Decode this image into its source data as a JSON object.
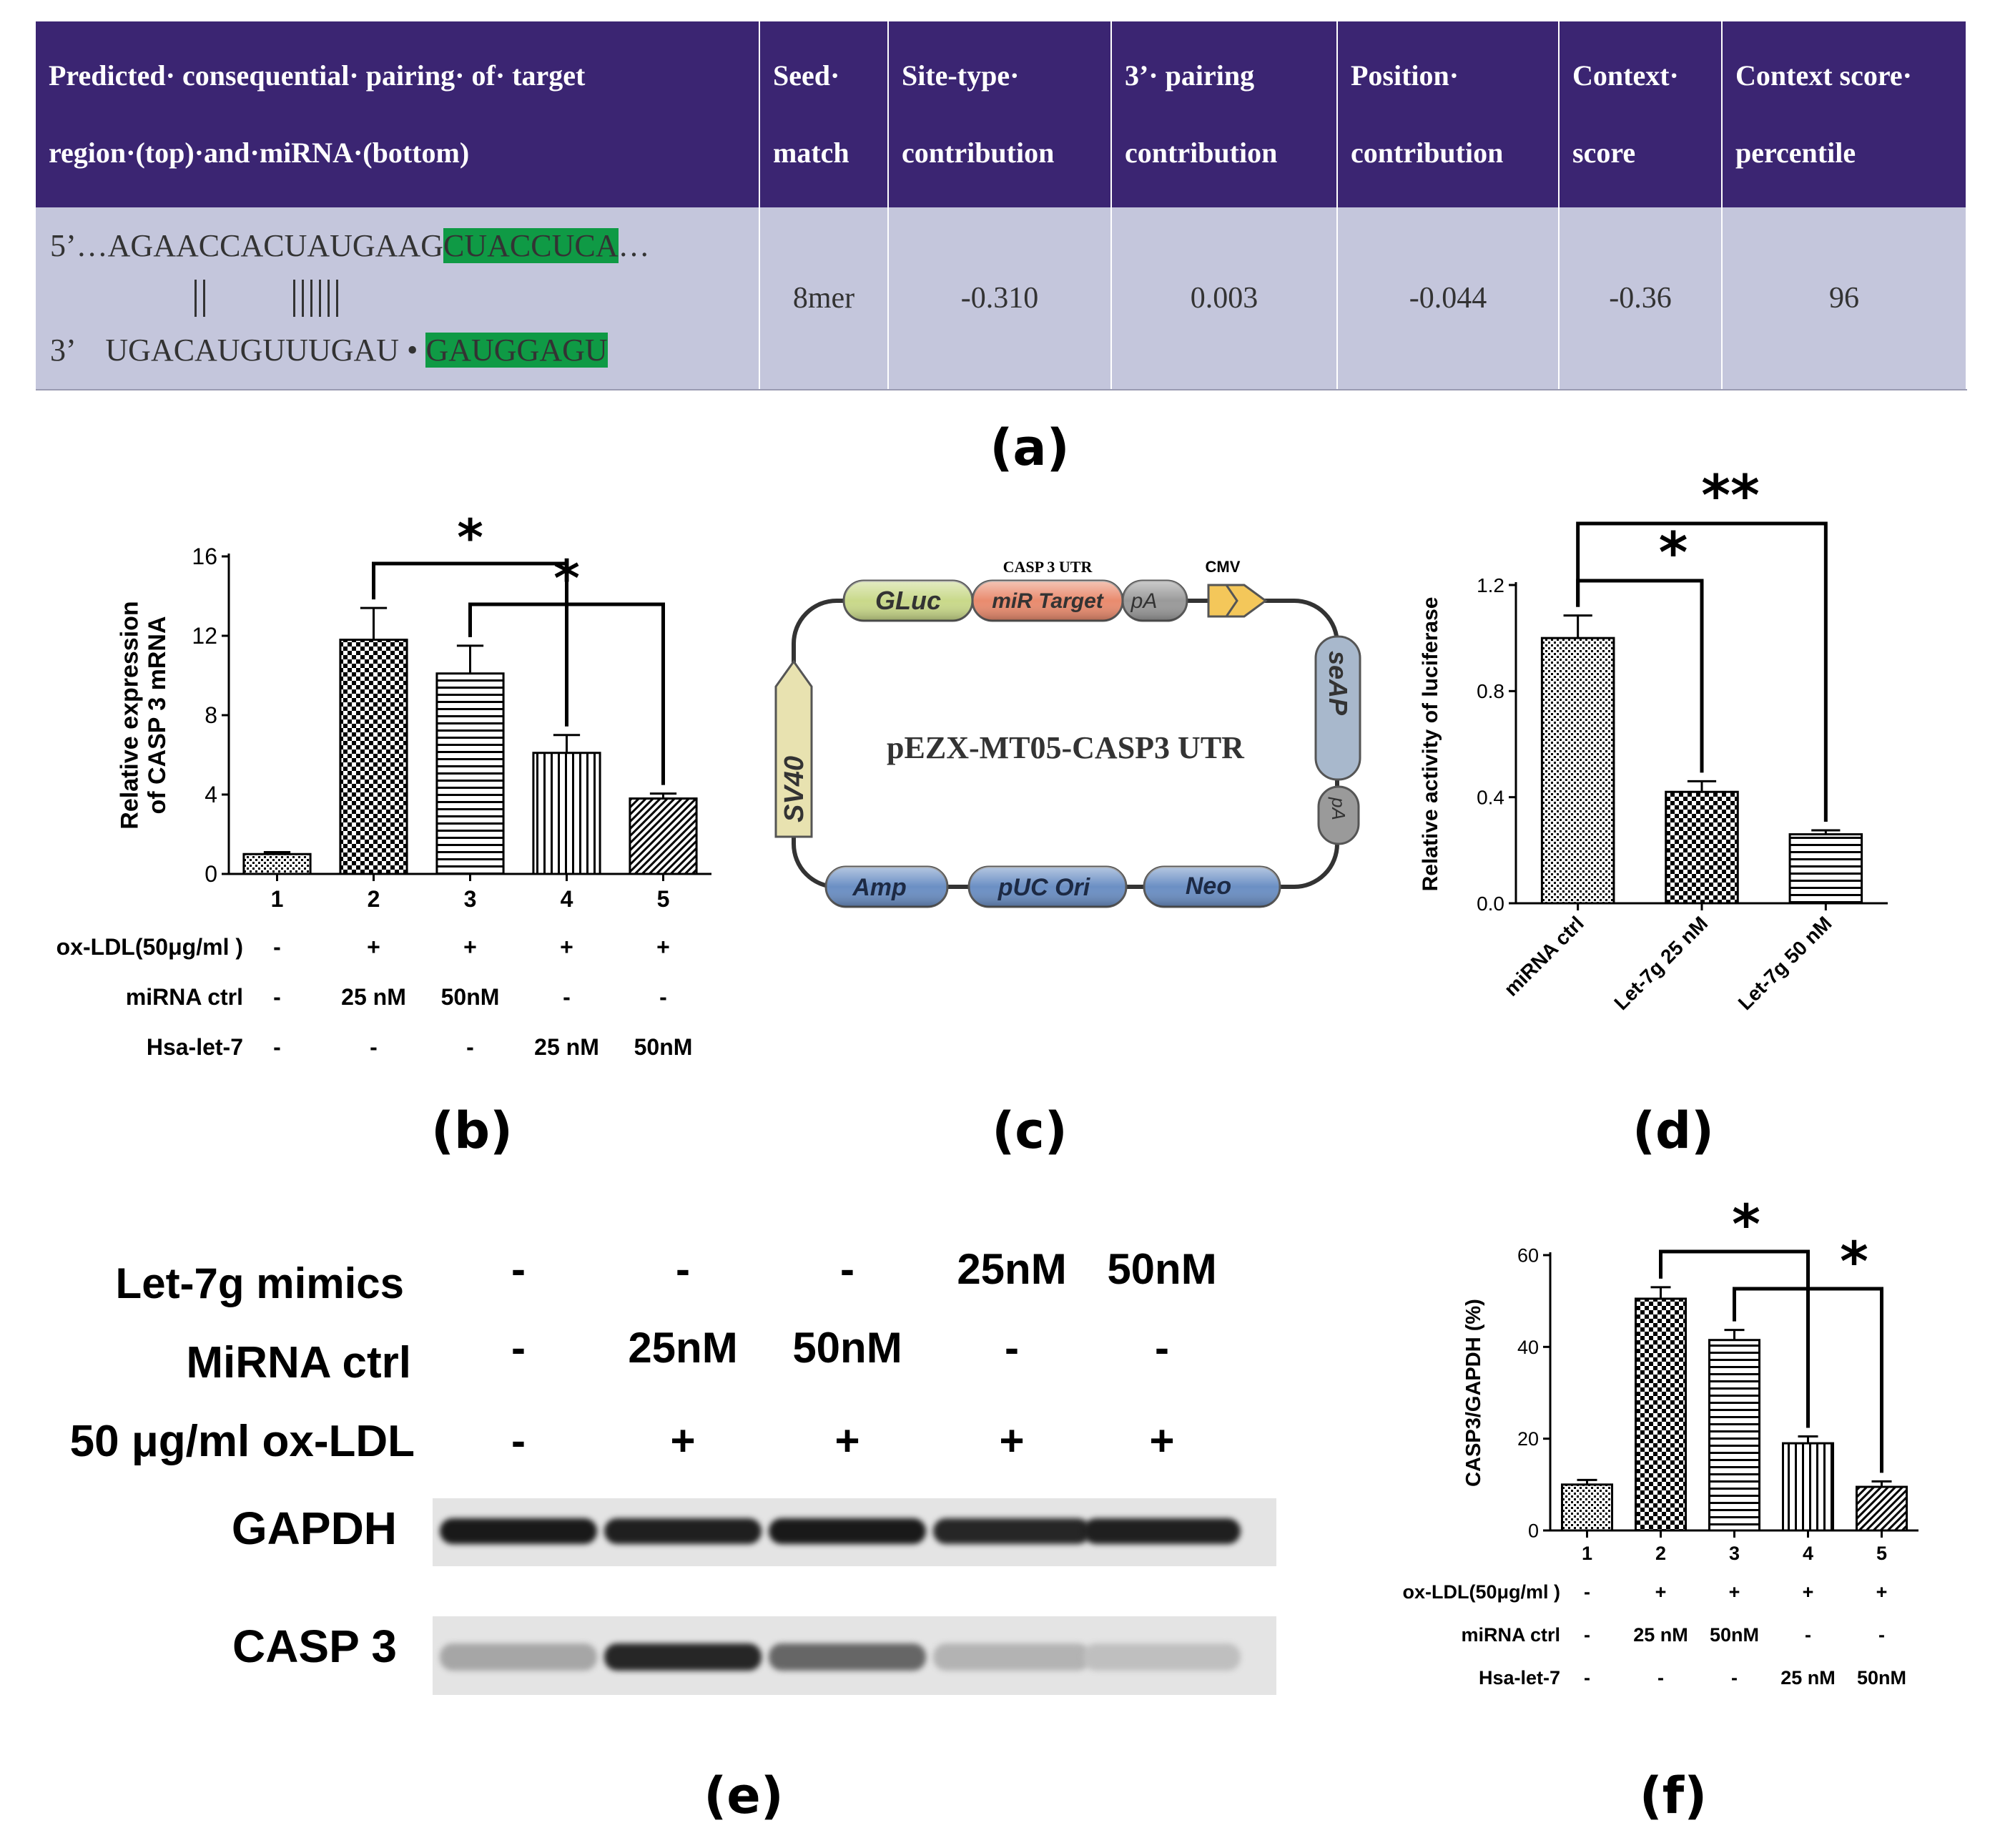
{
  "panel_labels": {
    "a": "(a)",
    "b": "(b)",
    "c": "(c)",
    "d": "(d)",
    "e": "(e)",
    "f": "(f)"
  },
  "table": {
    "headers": [
      "Predicted· consequential· pairing· of· target region·(top)·and·miRNA·(bottom)",
      "Seed· match",
      "Site-type· contribution",
      "3’· pairing contribution",
      "Position· contribution",
      "Context· score",
      "Context score· percentile"
    ],
    "seq_top_prefix": "5’…AGAACCACUAUGAAG",
    "seq_top_hl": "CUACCUCA",
    "seq_top_suffix": "…",
    "seq_bottom_prefix": "3’    UGACAUGUUUGAU • ",
    "seq_bottom_hl": "GAUGGAGU",
    "values": [
      "8mer",
      "-0.310",
      "0.003",
      "-0.044",
      "-0.36",
      "96"
    ]
  },
  "chart_data": [
    {
      "id": "b",
      "type": "bar",
      "categories": [
        "1",
        "2",
        "3",
        "4",
        "5"
      ],
      "values": [
        1.0,
        11.8,
        10.1,
        6.1,
        3.8
      ],
      "errors": [
        0.1,
        1.6,
        1.4,
        0.9,
        0.25
      ],
      "ylabel": "Relative expression of CASP 3 mRNA",
      "ylim": [
        0,
        16
      ],
      "yticks": [
        0,
        4,
        8,
        12,
        16
      ],
      "patterns": [
        "dots",
        "checker",
        "hlines",
        "vlines",
        "diag"
      ],
      "significance": [
        {
          "from": 2,
          "to": 4,
          "label": "*"
        },
        {
          "from": 3,
          "to": 5,
          "label": "*"
        }
      ],
      "conditions": [
        {
          "label": "ox-LDL(50μg/ml )",
          "values": [
            "-",
            "+",
            "+",
            "+",
            "+"
          ]
        },
        {
          "label": "miRNA ctrl",
          "values": [
            "-",
            "25 nM",
            "50nM",
            "-",
            "-"
          ]
        },
        {
          "label": "Hsa-let-7",
          "values": [
            "-",
            "-",
            "-",
            "25 nM",
            "50nM"
          ]
        }
      ]
    },
    {
      "id": "d",
      "type": "bar",
      "categories": [
        "miRNA ctrl",
        "Let-7g 25 nM",
        "Let-7g 50 nM"
      ],
      "values": [
        1.0,
        0.42,
        0.26
      ],
      "errors": [
        0.085,
        0.04,
        0.015
      ],
      "ylabel": "Relative activity of luciferase",
      "ylim": [
        0,
        1.2
      ],
      "yticks": [
        "0.0",
        "0.4",
        "0.8",
        "1.2"
      ],
      "patterns": [
        "dots",
        "checker",
        "hlines"
      ],
      "significance": [
        {
          "from": 1,
          "to": 2,
          "label": "*"
        },
        {
          "from": 1,
          "to": 3,
          "label": "**"
        }
      ]
    },
    {
      "id": "f",
      "type": "bar",
      "categories": [
        "1",
        "2",
        "3",
        "4",
        "5"
      ],
      "values": [
        10,
        50.5,
        41.5,
        19,
        9.5
      ],
      "errors": [
        1.0,
        2.5,
        2.2,
        1.5,
        1.2
      ],
      "ylabel": "CASP3/GAPDH (%)",
      "ylim": [
        0,
        60
      ],
      "yticks": [
        0,
        20,
        40,
        60
      ],
      "patterns": [
        "dots",
        "checker",
        "hlines",
        "vlines",
        "diag"
      ],
      "significance": [
        {
          "from": 2,
          "to": 4,
          "label": "*"
        },
        {
          "from": 3,
          "to": 5,
          "label": "*"
        }
      ],
      "conditions": [
        {
          "label": "ox-LDL(50μg/ml )",
          "values": [
            "-",
            "+",
            "+",
            "+",
            "+"
          ]
        },
        {
          "label": "miRNA ctrl",
          "values": [
            "-",
            "25 nM",
            "50nM",
            "-",
            "-"
          ]
        },
        {
          "label": "Hsa-let-7",
          "values": [
            "-",
            "-",
            "-",
            "25 nM",
            "50nM"
          ]
        }
      ]
    }
  ],
  "plasmid": {
    "name": "pEZX-MT05-CASP3 UTR",
    "utr_label": "CASP 3 UTR",
    "cmv_label": "CMV",
    "elements": {
      "gluc": "GLuc",
      "mir_target": "miR Target",
      "pa1": "pA",
      "seap": "seAP",
      "pa2": "pA",
      "neo": "Neo",
      "puc": "pUC Ori",
      "amp": "Amp",
      "sv40": "SV40"
    },
    "colors": {
      "gluc": "#c9d98a",
      "mir": "#e98b6e",
      "pa": "#9a9a9a",
      "cmv": "#f4c75a",
      "blue": "#6b8fc4",
      "sv40": "#e8e2b0"
    }
  },
  "blot": {
    "rows": [
      {
        "label": "Let-7g mimics",
        "values": [
          "-",
          "-",
          "-",
          "25nM",
          "50nM"
        ]
      },
      {
        "label": "MiRNA ctrl",
        "values": [
          "-",
          "25nM",
          "50nM",
          "-",
          "-"
        ]
      },
      {
        "label": "50 μg/ml ox-LDL",
        "values": [
          "-",
          "+",
          "+",
          "+",
          "+"
        ]
      }
    ],
    "bands": [
      {
        "label": "GAPDH",
        "intensity": [
          0.9,
          0.88,
          0.9,
          0.85,
          0.88
        ]
      },
      {
        "label": "CASP 3",
        "intensity": [
          0.35,
          0.85,
          0.6,
          0.3,
          0.25
        ]
      }
    ]
  }
}
